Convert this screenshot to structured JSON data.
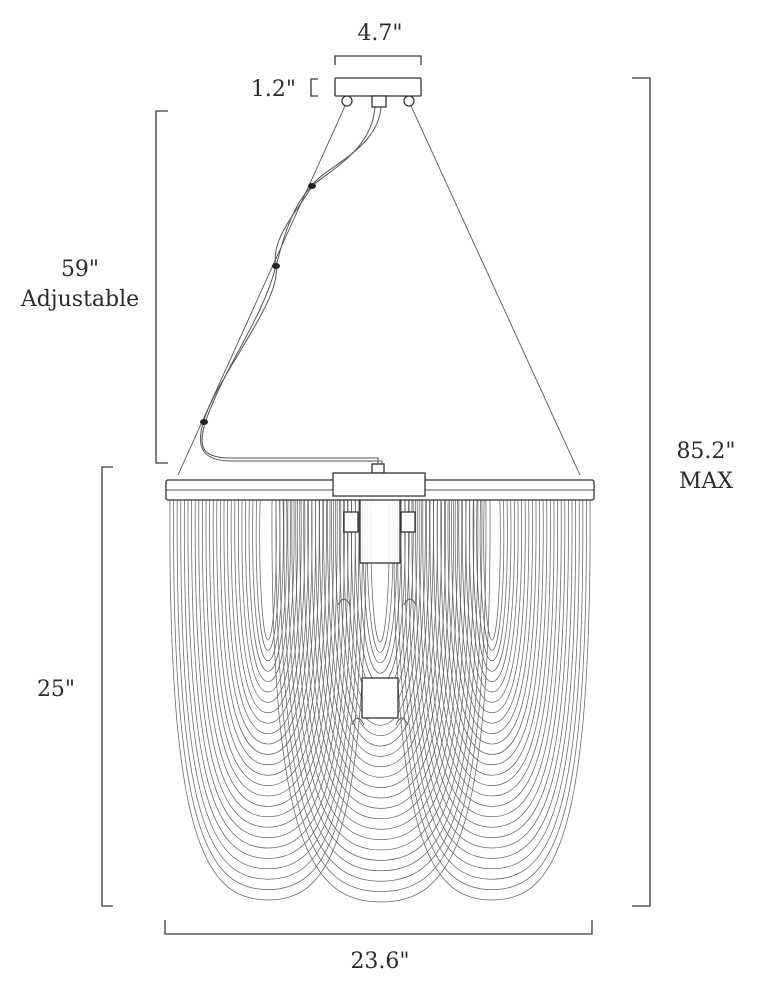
{
  "dimensions": {
    "canopy_width": "4.7\"",
    "canopy_height": "1.2\"",
    "cable_length": "59\"",
    "cable_note": "Adjustable",
    "total_height": "85.2\"",
    "total_note": "MAX",
    "body_height": "25\"",
    "body_width": "23.6\""
  },
  "colors": {
    "line": "#3a3a3a",
    "background": "#ffffff"
  }
}
